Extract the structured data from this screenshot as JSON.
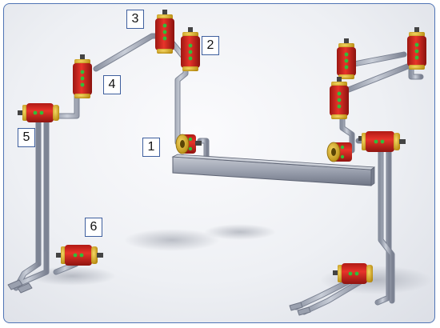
{
  "labels": [
    "1",
    "2",
    "3",
    "4",
    "5",
    "6"
  ],
  "colors": {
    "frame": "#4f74b5",
    "pipe": "#a7adbb",
    "pipe_dark": "#7d8494",
    "actuator": "#d9261c",
    "actuator_dark": "#8f1410",
    "end_cap": "#e0b31e",
    "indicator": "#2fbf3a",
    "beam": "#9aa0ae"
  }
}
